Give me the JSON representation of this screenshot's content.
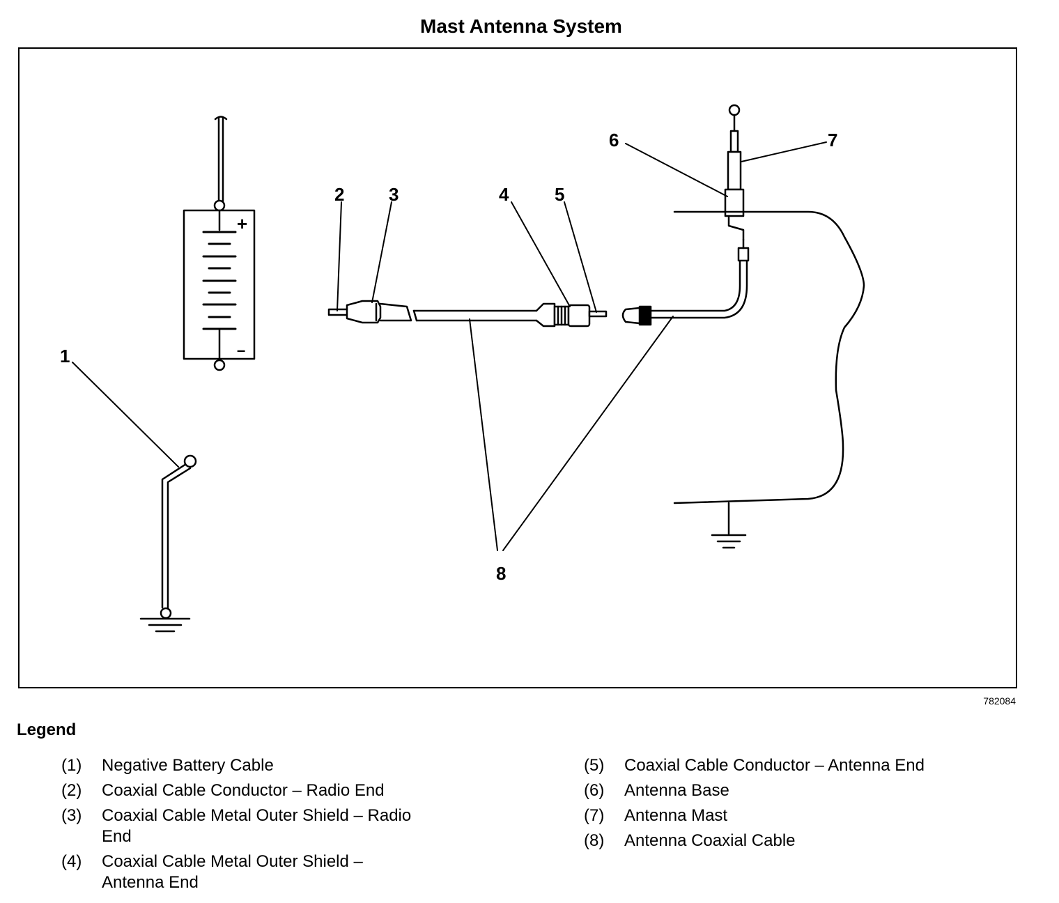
{
  "title": "Mast Antenna System",
  "figure_id": "782084",
  "callouts": {
    "c1": "1",
    "c2": "2",
    "c3": "3",
    "c4": "4",
    "c5": "5",
    "c6": "6",
    "c7": "7",
    "c8": "8"
  },
  "battery": {
    "plus": "+",
    "minus": "–"
  },
  "legend": {
    "heading": "Legend",
    "left": [
      {
        "num": "(1)",
        "text": "Negative Battery Cable"
      },
      {
        "num": "(2)",
        "text": "Coaxial Cable Conductor – Radio End"
      },
      {
        "num": "(3)",
        "text": "Coaxial Cable Metal Outer Shield – Radio End"
      },
      {
        "num": "(4)",
        "text": "Coaxial Cable Metal Outer Shield – Antenna End"
      }
    ],
    "right": [
      {
        "num": "(5)",
        "text": "Coaxial Cable Conductor – Antenna End"
      },
      {
        "num": "(6)",
        "text": "Antenna Base"
      },
      {
        "num": "(7)",
        "text": "Antenna Mast"
      },
      {
        "num": "(8)",
        "text": "Antenna Coaxial Cable"
      }
    ]
  }
}
